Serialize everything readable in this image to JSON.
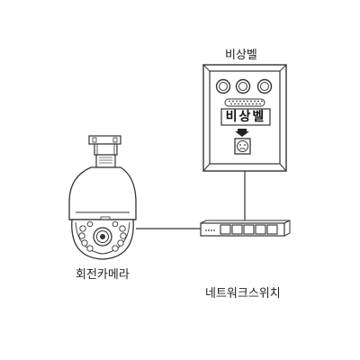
{
  "labels": {
    "emergency_bell": "비상벨",
    "ptz_camera": "회전카메라",
    "network_switch": "네트워크스위치"
  },
  "bell_panel": {
    "display_text": "비상벨",
    "button_count": 3,
    "switch_port_count": 5
  },
  "colors": {
    "line": "#333333",
    "fill": "#ffffff"
  }
}
